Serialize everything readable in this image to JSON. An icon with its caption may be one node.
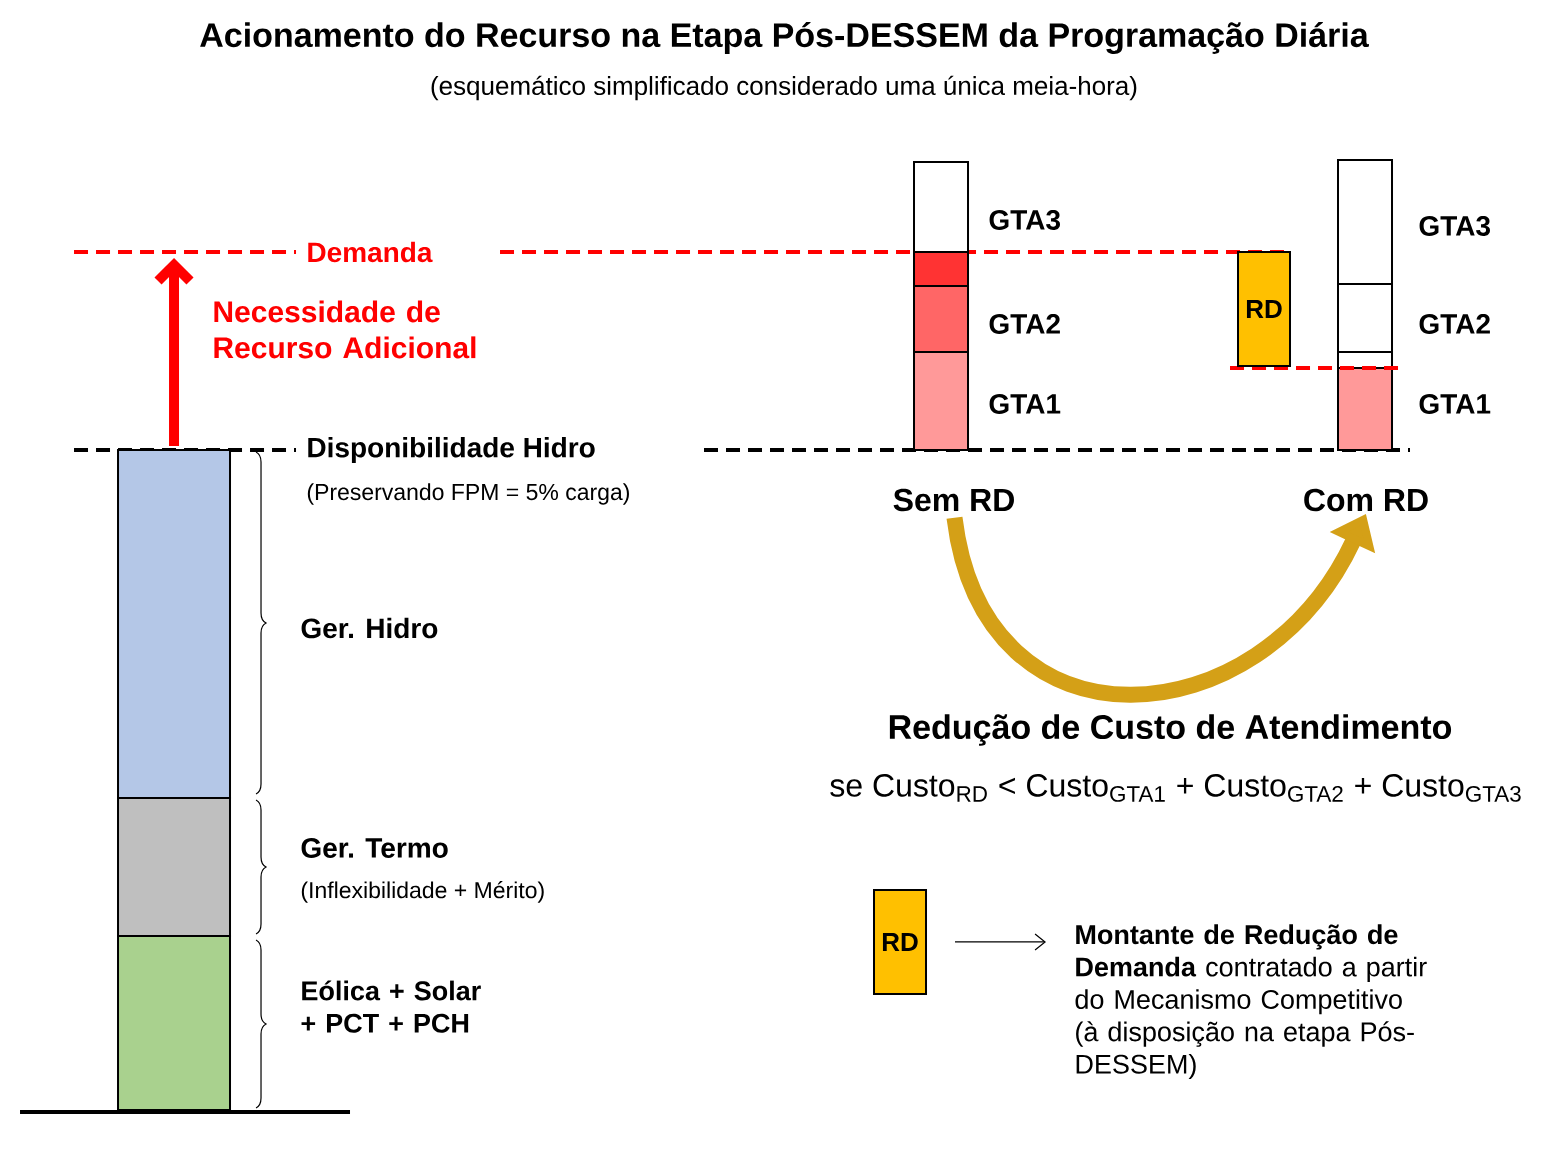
{
  "diagram": {
    "title": "Acionamento do Recurso na Etapa Pós-DESSEM da Programação Diária",
    "nodes": [
      {
        "text": [
          "RD"
        ]
      },
      {
        "text": [
          "Sem RD"
        ]
      },
      {
        "text": [
          "Com RD"
        ]
      },
      {
        "text": [
          "RD"
        ]
      },
      {
        "text": [
          "**Montante de Redução de Demanda** contratado a partir do Mecanismo Competitivo (à disposição na etapa Pós-DESSEM)"
        ]
      }
    ],
    "edges": [
      {
        "from": 1,
        "to": 2,
        "arrow": "to",
        "style": "thick",
        "color": "#d4a017"
      },
      {
        "from": 3,
        "to": 4,
        "arrow": "to",
        "color": "#000000"
      }
    ],
    "labels": [
      "(esquemático simplificado considerado uma única meia-hora)",
      "Demanda",
      "Necessidade de Recurso Adicional",
      "Disponibilidade Hidro",
      "(Preservando FPM = 5% carga)",
      "Ger. Hidro",
      "Ger. Termo",
      "(Inflexibilidade + Mérito)",
      "Eólica + Solar + PCT + PCH",
      "GTA3",
      "GTA2",
      "GTA1",
      "GTA3",
      "GTA2",
      "GTA1",
      "Redução de Custo de Atendimento",
      "se Custo$_{RD}$ < Custo$_{GTA1}$ + Custo$_{GTA2}$ + Custo$_{GTA3}$"
    ]
  }
}
